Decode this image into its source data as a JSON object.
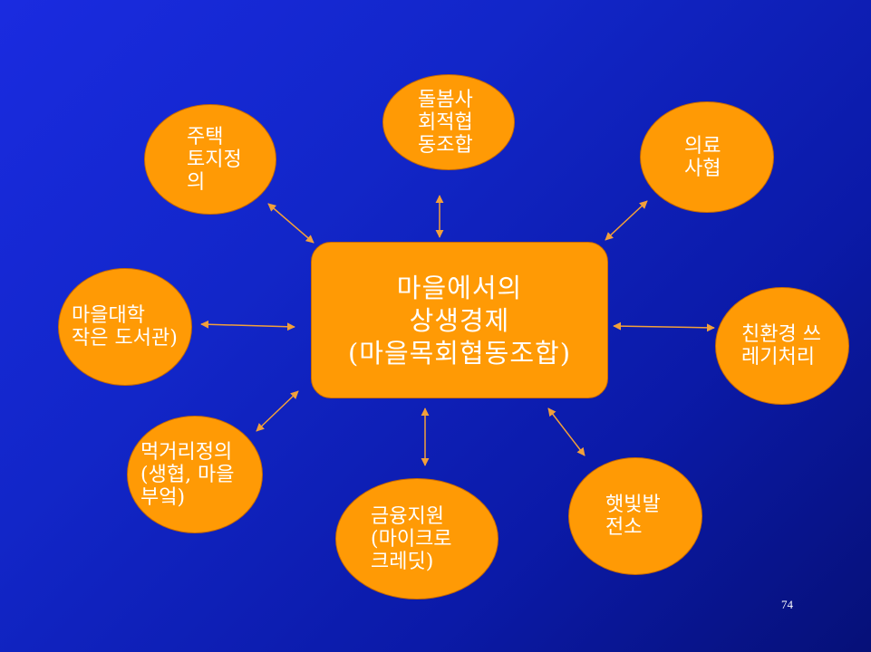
{
  "center": {
    "lines": [
      "마을에서의",
      "상생경제",
      "(마을목회협동조합)"
    ]
  },
  "nodes": {
    "top_left": {
      "lines": [
        "주택",
        "토지정",
        "의"
      ]
    },
    "top": {
      "lines": [
        "돌봄사",
        "회적협",
        "동조합"
      ]
    },
    "top_right": {
      "lines": [
        "의료",
        "사협"
      ]
    },
    "left": {
      "lines": [
        "마을대학",
        "작은 도서관)"
      ]
    },
    "right": {
      "lines": [
        "친환경 쓰",
        "레기처리"
      ]
    },
    "bottom_left": {
      "lines": [
        "먹거리정의",
        "(생협, 마을",
        "부엌)"
      ]
    },
    "bottom": {
      "lines": [
        "금융지원",
        "(마이크로",
        "크레딧)"
      ]
    },
    "bottom_right": {
      "lines": [
        "햇빛발",
        "전소"
      ]
    }
  },
  "page_number": "74",
  "colors": {
    "node_fill": "#ff9a05",
    "arrow": "#f2a03a",
    "background": "#1226c8",
    "text": "#ffffff"
  }
}
